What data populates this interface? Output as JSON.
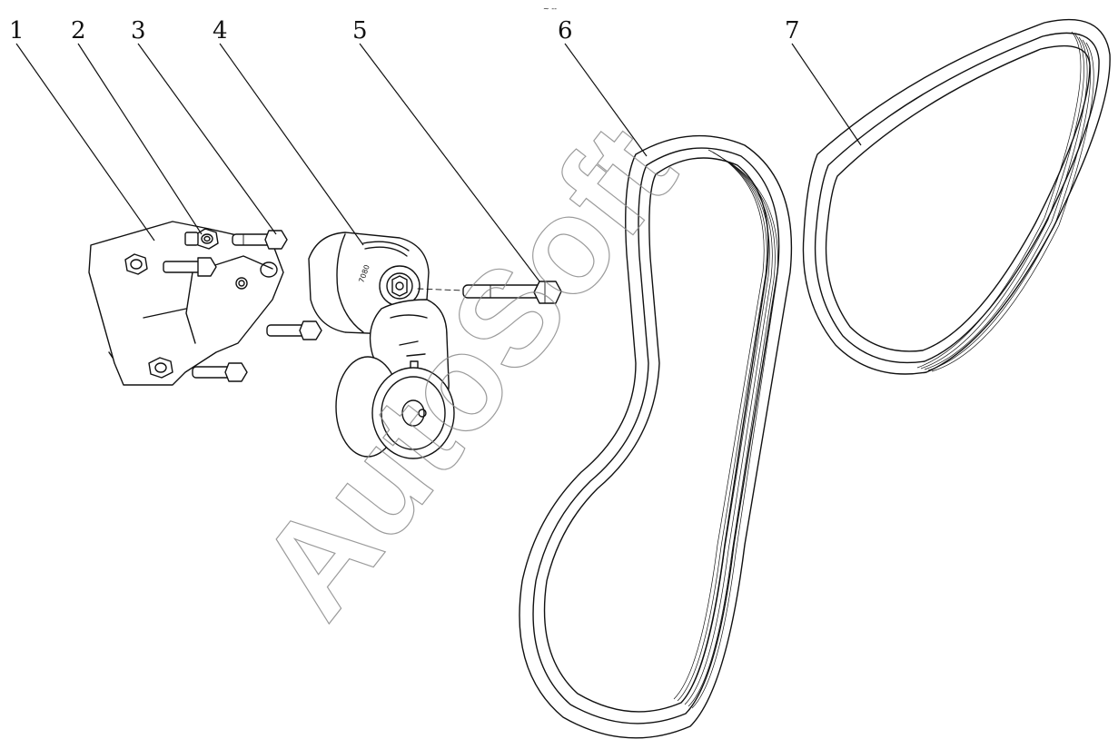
{
  "watermark": "AutoSoft",
  "top_mark": "~ --",
  "tensioner_mark": "7080",
  "callouts": [
    {
      "label": "1",
      "part": "tensioner-bracket"
    },
    {
      "label": "2",
      "part": "nut"
    },
    {
      "label": "3",
      "part": "bolt"
    },
    {
      "label": "4",
      "part": "belt-tensioner"
    },
    {
      "label": "5",
      "part": "tensioner-bolt"
    },
    {
      "label": "6",
      "part": "drive-belt-large"
    },
    {
      "label": "7",
      "part": "drive-belt-small"
    }
  ]
}
